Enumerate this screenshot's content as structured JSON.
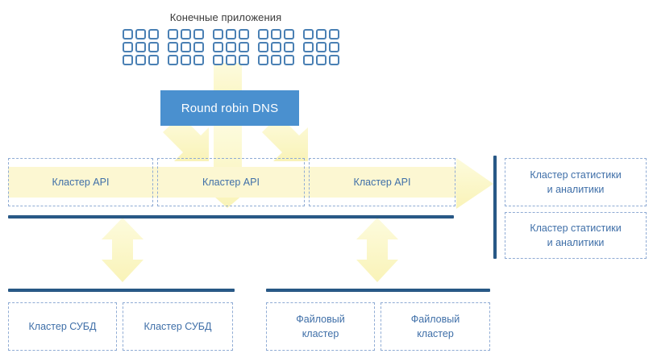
{
  "diagram": {
    "title": "Конечные приложения",
    "background_color": "#ffffff",
    "accent_blue": "#4a90cf",
    "bar_blue": "#1f4e79",
    "arrow_yellow": "#fbf8c8",
    "dashed_border": "#8fabd4",
    "label_color": "#3f6fa8"
  },
  "end_applications": {
    "label": "Конечные приложения",
    "grid_count": 5,
    "cells_per_grid": 9
  },
  "dns": {
    "label": "Round robin DNS",
    "fill": "#4a90cf",
    "text_color": "#ffffff"
  },
  "api_clusters": [
    {
      "label": "Кластер API"
    },
    {
      "label": "Кластер API"
    },
    {
      "label": "Кластер API"
    }
  ],
  "stats_clusters": [
    {
      "label": "Кластер статистики\nи аналитики",
      "line1": "Кластер статистики",
      "line2": "и аналитики"
    },
    {
      "label": "Кластер статистики\nи аналитики",
      "line1": "Кластер статистики",
      "line2": "и аналитики"
    }
  ],
  "db_clusters": [
    {
      "label": "Кластер СУБД"
    },
    {
      "label": "Кластер СУБД"
    }
  ],
  "file_clusters": [
    {
      "line1": "Файловый",
      "line2": "кластер"
    },
    {
      "line1": "Файловый",
      "line2": "кластер"
    }
  ],
  "arrows": [
    {
      "name": "apps-to-dns",
      "direction": "down"
    },
    {
      "name": "dns-to-api-left",
      "direction": "down-left"
    },
    {
      "name": "dns-to-api-center",
      "direction": "down"
    },
    {
      "name": "dns-to-api-right",
      "direction": "down-right"
    },
    {
      "name": "api-to-stats",
      "direction": "right"
    },
    {
      "name": "api-to-db",
      "direction": "up-down"
    },
    {
      "name": "api-to-files",
      "direction": "up-down"
    }
  ]
}
